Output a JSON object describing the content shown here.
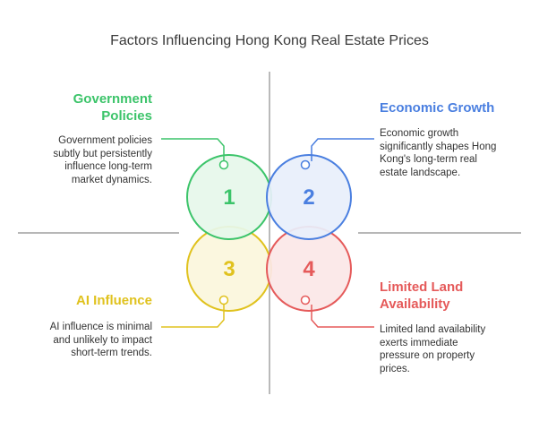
{
  "title": "Factors Influencing Hong Kong Real Estate Prices",
  "factors": [
    {
      "number": "1",
      "title": "Government Policies",
      "description": "Government policies subtly but persistently influence long-term market dynamics.",
      "color": "#3cc46a",
      "fill": "#e6f7ea"
    },
    {
      "number": "2",
      "title": "Economic Growth",
      "description": "Economic growth significantly shapes Hong Kong's long-term real estate landscape.",
      "color": "#4a7fe0",
      "fill": "#e8effb"
    },
    {
      "number": "3",
      "title": "AI Influence",
      "description": "AI influence is minimal and unlikely to impact short-term trends.",
      "color": "#e0c21e",
      "fill": "#fbf6dc"
    },
    {
      "number": "4",
      "title": "Limited Land Availability",
      "description": "Limited land availability exerts immediate pressure on property prices.",
      "color": "#e55a5a",
      "fill": "#fbe7e7"
    }
  ]
}
